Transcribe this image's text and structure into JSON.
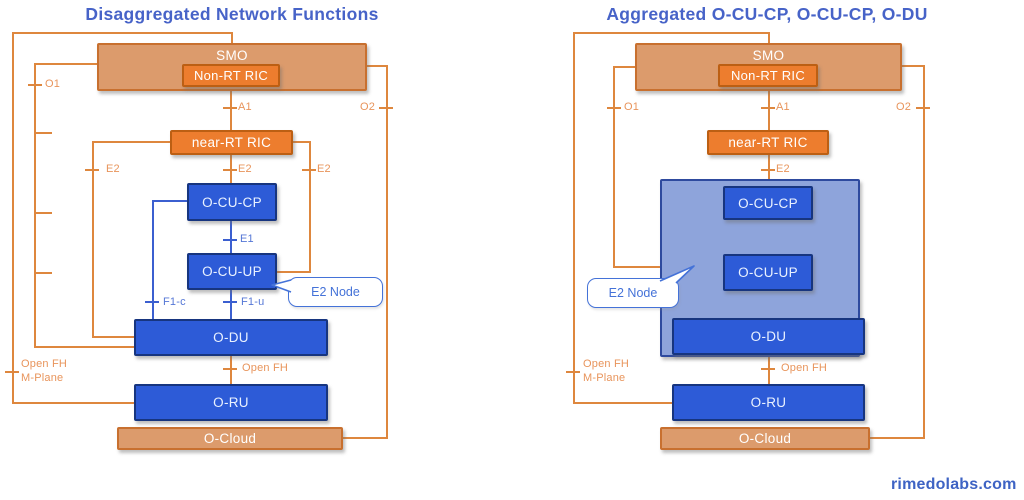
{
  "left": {
    "title": "Disaggregated Network Functions",
    "smo": "SMO",
    "non_rt_ric": "Non-RT RIC",
    "near_rt_ric": "near-RT RIC",
    "o_cu_cp": "O-CU-CP",
    "o_cu_up": "O-CU-UP",
    "o_du": "O-DU",
    "o_ru": "O-RU",
    "o_cloud": "O-Cloud",
    "o1": "O1",
    "o2": "O2",
    "a1": "A1",
    "e2_left": "E2",
    "e2_mid": "E2",
    "e2_right": "E2",
    "e1": "E1",
    "f1_c": "F1-c",
    "f1_u": "F1-u",
    "open_fh": "Open FH",
    "open_fh_mplane_line1": "Open FH",
    "open_fh_mplane_line2": "M-Plane",
    "e2_node": "E2 Node"
  },
  "right": {
    "title": "Aggregated O-CU-CP, O-CU-CP, O-DU",
    "smo": "SMO",
    "non_rt_ric": "Non-RT RIC",
    "near_rt_ric": "near-RT RIC",
    "o_cu_cp": "O-CU-CP",
    "o_cu_up": "O-CU-UP",
    "o_du": "O-DU",
    "o_ru": "O-RU",
    "o_cloud": "O-Cloud",
    "o1": "O1",
    "o2": "O2",
    "a1": "A1",
    "e2": "E2",
    "open_fh": "Open FH",
    "open_fh_mplane_line1": "Open FH",
    "open_fh_mplane_line2": "M-Plane",
    "e2_node": "E2 Node"
  },
  "footer": {
    "brand": "rimedolabs.com"
  },
  "palette": {
    "title_blue": "#4763C8",
    "orange_line": "#DE873E",
    "orange_label": "#E8945B",
    "tan_fill": "#DC9B6C",
    "tan_border": "#C8702F",
    "orange_fill": "#ED7D2E",
    "orange_border": "#BC5F13",
    "blue_fill": "#2D5BD7",
    "blue_border": "#17357F",
    "blue_line": "#3B5FD0",
    "aggregated_fill": "#8EA4DB",
    "aggregated_border": "#2E4A9E",
    "bubble_border": "#4472D8",
    "brand_blue": "#3E63C4"
  }
}
